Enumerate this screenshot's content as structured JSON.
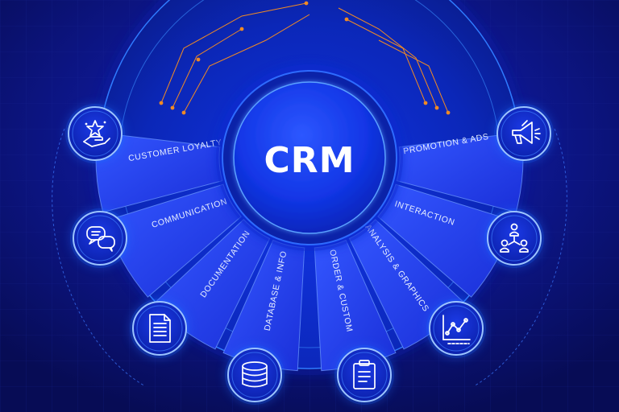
{
  "hub": {
    "title": "CRM"
  },
  "segments": [
    {
      "key": "customer-loyalty",
      "label": "CUSTOMER LOYALTY",
      "icon": "hand-star-icon"
    },
    {
      "key": "communication",
      "label": "COMMUNICATION",
      "icon": "chat-bubbles-icon"
    },
    {
      "key": "documentation",
      "label": "DOCUMENTATION",
      "icon": "document-icon"
    },
    {
      "key": "database-info",
      "label": "DATABASE & INFO",
      "icon": "database-icon"
    },
    {
      "key": "order-custom",
      "label": "ORDER & CUSTOM",
      "icon": "clipboard-icon"
    },
    {
      "key": "analysis-graphics",
      "label": "ANALYSIS & GRAPHICS",
      "icon": "line-chart-icon"
    },
    {
      "key": "interaction",
      "label": "INTERACTION",
      "icon": "people-network-icon"
    },
    {
      "key": "promotion-ads",
      "label": "PROMOTION & ADS",
      "icon": "megaphone-icon"
    }
  ],
  "colors": {
    "background": "#0a1060",
    "panel": "#1f35e6",
    "panel_light": "#3a5cff",
    "glow": "#3fb0ff",
    "hub": "#0d2ed8",
    "circuit": "#f08a24"
  }
}
